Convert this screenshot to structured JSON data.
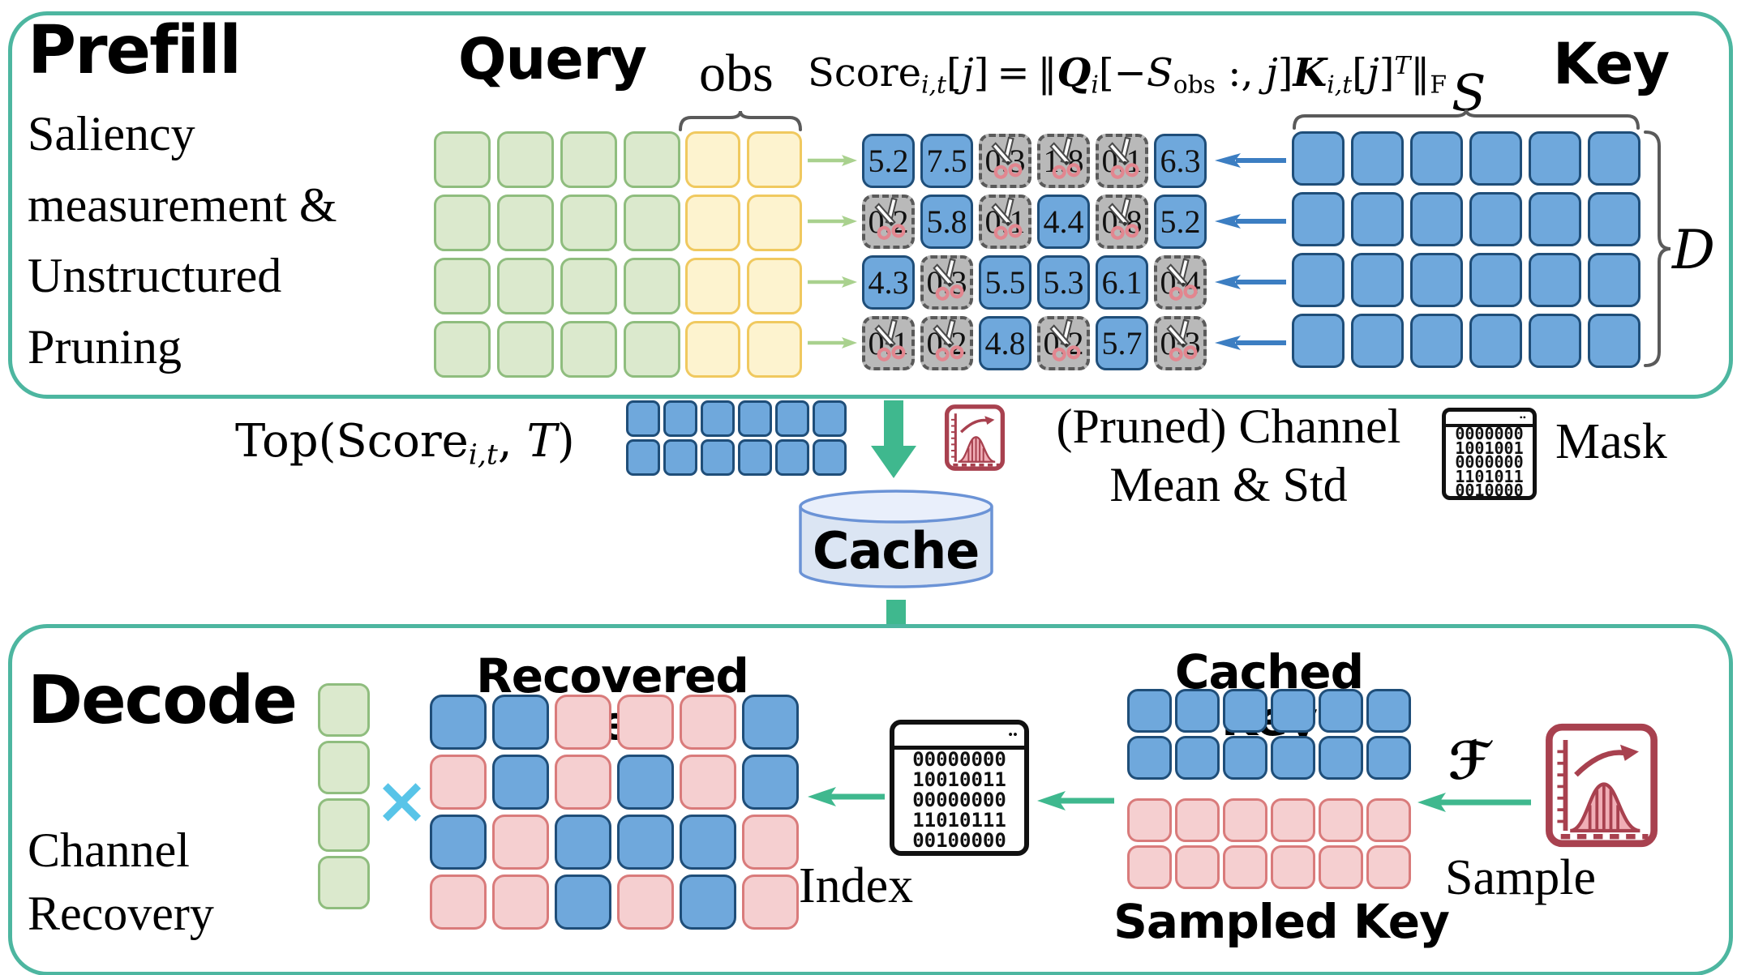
{
  "colors": {
    "box_border": "#4db6a0",
    "arrow_green": "#3fb88e",
    "arrow_light_green": "#a9d18e",
    "arrow_blue": "#3c7ec2",
    "cell_blue": "#6fa8dc",
    "cell_blue_border": "#1f4e79",
    "cell_green": "#dbe9cd",
    "cell_yellow": "#fdf3cf",
    "cell_pink": "#f5cfd0",
    "pruned_gray": "#b9b9b9",
    "icon_red": "#a8414f",
    "times_blue": "#58c4e8",
    "cache_fill": "#dbe5f3",
    "cache_border": "#6b93d6"
  },
  "prefill": {
    "title": "Prefill",
    "subtitle": [
      "Saliency",
      "measurement &",
      "Unstructured",
      "Pruning"
    ],
    "query_label": "Query",
    "obs_label": "obs",
    "key_label": "Key",
    "s_label": "S",
    "d_label": "D",
    "formula": {
      "score": "Score",
      "score_sub": "i,t",
      "b1": "[",
      "j1": "j",
      "b2": "]",
      "eq": "=",
      "n1": "‖",
      "Q": "Q",
      "Q_sub": "i",
      "b3": "[",
      "minus": "−",
      "S": "S",
      "S_sub": "obs",
      "colon": " :, ",
      "j2": "j",
      "b4": "]",
      "K": "K",
      "K_sub": "i,t",
      "b5": "[",
      "j3": "j",
      "b6": "]",
      "T": "T",
      "n2": "‖",
      "F": "F"
    },
    "query_grid": {
      "kind": "plain",
      "rows": 4,
      "cols": 4,
      "cell_class": "cell-green",
      "cell_name": "query-cell"
    },
    "obs_grid": {
      "kind": "plain",
      "rows": 4,
      "cols": 2,
      "cell_class": "cell-yellow",
      "cell_name": "obs-window-cell"
    },
    "key_grid": {
      "kind": "plain",
      "rows": 4,
      "cols": 6,
      "cell_class": "cell-blue",
      "cell_name": "key-cell"
    },
    "score_grid": {
      "kind": "score",
      "cells": [
        [
          {
            "value": "5.2",
            "pruned": false
          },
          {
            "value": "7.5",
            "pruned": false
          },
          {
            "value": "0.3",
            "pruned": true
          },
          {
            "value": "1.8",
            "pruned": true
          },
          {
            "value": "0.1",
            "pruned": true
          },
          {
            "value": "6.3",
            "pruned": false
          }
        ],
        [
          {
            "value": "0.2",
            "pruned": true
          },
          {
            "value": "5.8",
            "pruned": false
          },
          {
            "value": "0.1",
            "pruned": true
          },
          {
            "value": "4.4",
            "pruned": false
          },
          {
            "value": "0.8",
            "pruned": true
          },
          {
            "value": "5.2",
            "pruned": false
          }
        ],
        [
          {
            "value": "4.3",
            "pruned": false
          },
          {
            "value": "0.3",
            "pruned": true
          },
          {
            "value": "5.5",
            "pruned": false
          },
          {
            "value": "5.3",
            "pruned": false
          },
          {
            "value": "6.1",
            "pruned": false
          },
          {
            "value": "0.4",
            "pruned": true
          }
        ],
        [
          {
            "value": "0.1",
            "pruned": true
          },
          {
            "value": "0.2",
            "pruned": true
          },
          {
            "value": "4.8",
            "pruned": false
          },
          {
            "value": "0.2",
            "pruned": true
          },
          {
            "value": "5.7",
            "pruned": false
          },
          {
            "value": "0.3",
            "pruned": true
          }
        ]
      ]
    }
  },
  "middle": {
    "top_formula": {
      "a": "Top(Score",
      "sub": "i,t",
      "comma": ", ",
      "T": "T",
      "close": ")"
    },
    "top_grid": {
      "kind": "plain",
      "rows": 2,
      "cols": 6,
      "cell_class": "cell-blue",
      "cell_name": "selected-channel-cell"
    },
    "pruned_text_line1": "(Pruned) Channel",
    "pruned_text_line2": "Mean & Std",
    "mask_label": "Mask",
    "mask_icon": {
      "kind": "binary",
      "rows": [
        "0000000",
        "1001001",
        "0000000",
        "1101011",
        "0010000"
      ]
    },
    "cache_label": "Cache"
  },
  "decode": {
    "title": "Decode",
    "subtitle": [
      "Channel",
      "Recovery"
    ],
    "times_symbol": "×",
    "recovered_label": "Recovered Key",
    "green_col": {
      "kind": "plain",
      "rows": 4,
      "cols": 1,
      "cell_class": "cell-green",
      "cell_name": "recovery-vector-cell"
    },
    "recovered_grid": {
      "kind": "pattern",
      "cells": [
        [
          "b",
          "b",
          "p",
          "p",
          "p",
          "b"
        ],
        [
          "p",
          "b",
          "p",
          "b",
          "p",
          "b"
        ],
        [
          "b",
          "p",
          "b",
          "b",
          "b",
          "p"
        ],
        [
          "p",
          "p",
          "b",
          "p",
          "b",
          "p"
        ]
      ]
    },
    "index_label": "Index",
    "index_icon": {
      "kind": "binary",
      "rows": [
        "00000000",
        "10010011",
        "00000000",
        "11010111",
        "00100000"
      ]
    },
    "cached_label": "Cached Key",
    "cached_grid": {
      "kind": "plain",
      "rows": 2,
      "cols": 6,
      "cell_class": "cell-blue",
      "cell_name": "cached-key-cell"
    },
    "sampled_label": "Sampled Key",
    "sampled_grid": {
      "kind": "plain",
      "rows": 2,
      "cols": 6,
      "cell_class": "cell-pink",
      "cell_name": "sampled-key-cell"
    },
    "f_symbol": "ℱ",
    "sample_label": "Sample"
  }
}
